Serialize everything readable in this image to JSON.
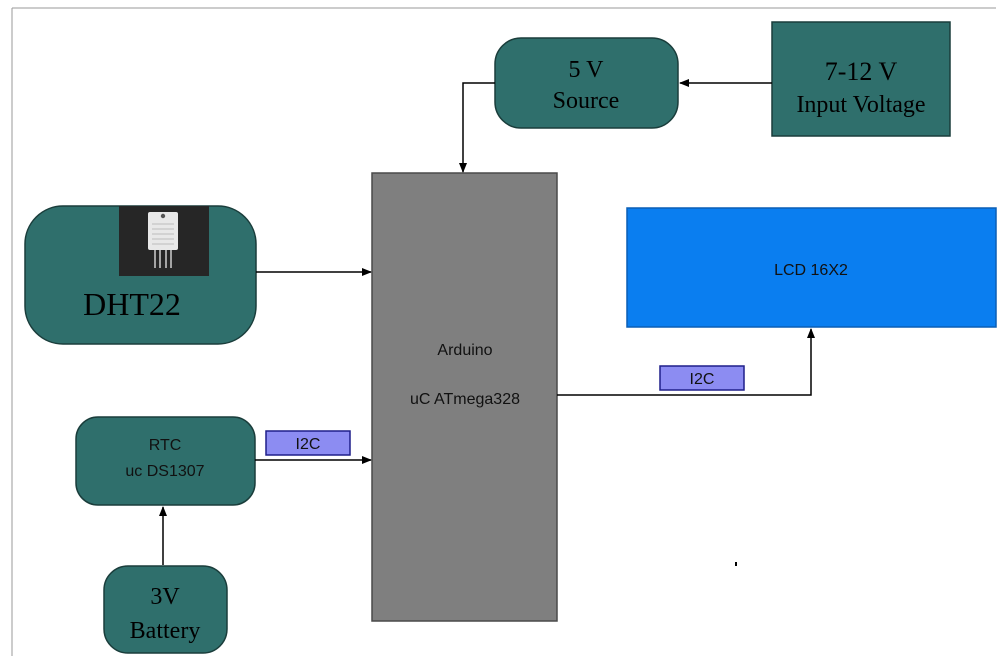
{
  "colors": {
    "block_fill": "#2f6f6c",
    "block_stroke": "#1a3d3b",
    "mcu_fill": "#7f7f7f",
    "lcd_fill": "#0a7ef0",
    "bus_label_fill": "#8c8cf2",
    "arrow": "#000000"
  },
  "blocks": {
    "source": {
      "line1": "5 V",
      "line2": "Source"
    },
    "input": {
      "line1": "7-12 V",
      "line2": "Input Voltage"
    },
    "dht": {
      "label": "DHT22",
      "icon": "dht22-sensor-icon"
    },
    "mcu": {
      "line1": "Arduino",
      "line2": "uC ATmega328"
    },
    "lcd": {
      "label": "LCD 16X2"
    },
    "rtc": {
      "line1": "RTC",
      "line2": "uc DS1307"
    },
    "battery": {
      "line1": "3V",
      "line2": "Battery"
    }
  },
  "bus_labels": {
    "rtc_bus": "I2C",
    "lcd_bus": "I2C"
  }
}
